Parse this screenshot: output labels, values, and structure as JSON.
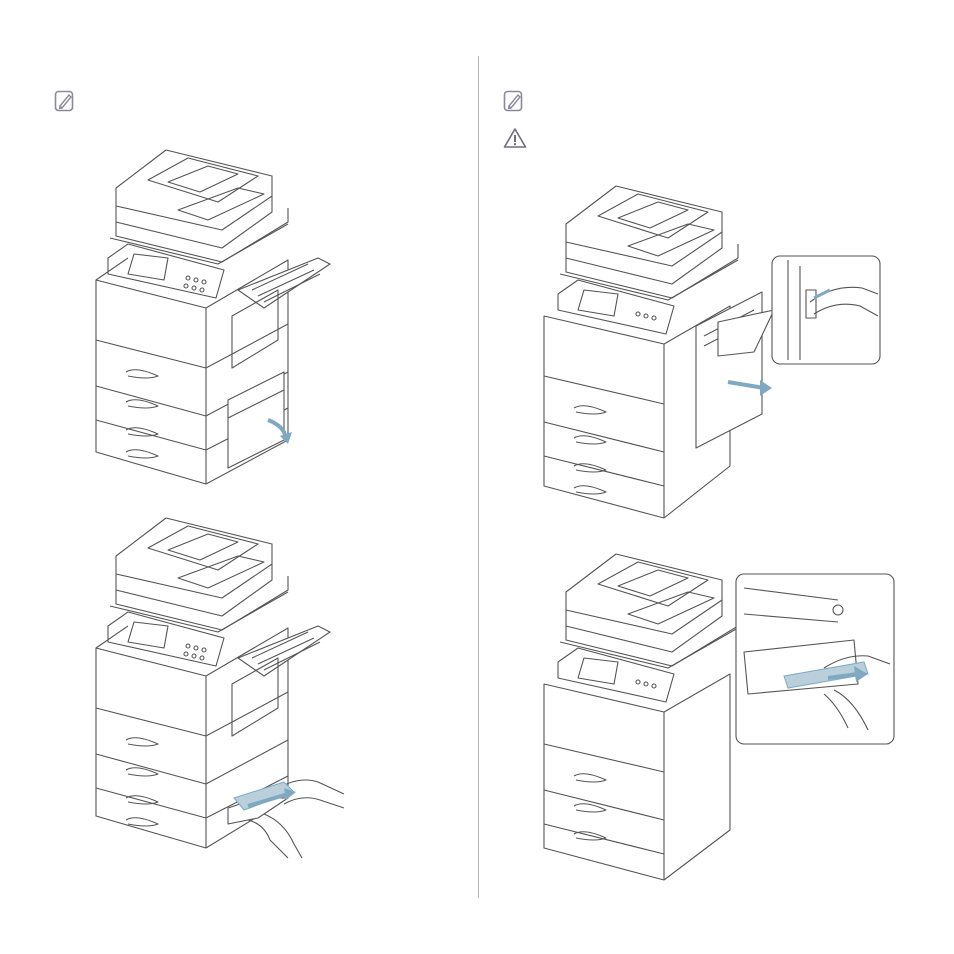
{
  "page": {
    "left_column": {
      "note": {
        "icon": "note-pencil-icon",
        "text": ""
      },
      "figures": [
        {
          "name": "printer-lower-side-cover-open-figure",
          "icon": "printer-illustration"
        },
        {
          "name": "printer-remove-jammed-paper-lower-figure",
          "icon": "printer-illustration"
        }
      ]
    },
    "right_column": {
      "note": {
        "icon": "note-pencil-icon",
        "text": ""
      },
      "caution": {
        "icon": "warning-triangle-icon",
        "text": ""
      },
      "figures": [
        {
          "name": "printer-right-cover-open-figure",
          "icon": "printer-illustration"
        },
        {
          "name": "printer-remove-jammed-paper-fuser-figure",
          "icon": "printer-illustration"
        }
      ]
    },
    "colors": {
      "line": "#555555",
      "arrow": "#7fa9c0",
      "paper": "#b9d0dc",
      "divider": "#b8b8b8",
      "icon": "#8a8a9a"
    }
  }
}
